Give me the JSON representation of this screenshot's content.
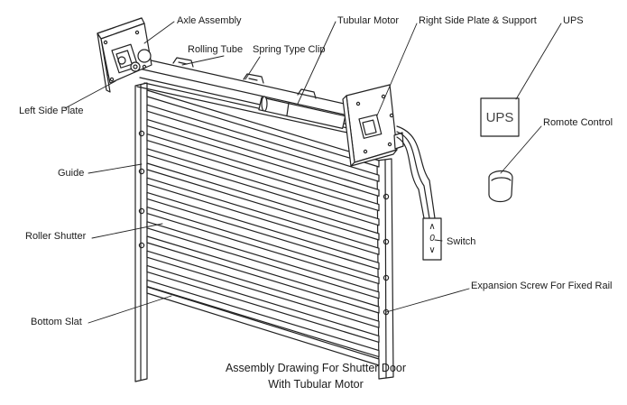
{
  "labels": {
    "axle_assembly": "Axle Assembly",
    "tubular_motor": "Tubular Motor",
    "right_side_plate": "Right Side Plate & Support",
    "ups": "UPS",
    "rolling_tube": "Rolling Tube",
    "spring_clip": "Spring Type Clip",
    "left_side_plate": "Left Side Plate",
    "remote_control": "Romote Control",
    "guide": "Guide",
    "switch": "Switch",
    "roller_shutter": "Roller Shutter",
    "expansion_screw": "Expansion Screw For Fixed Rail",
    "bottom_slat": "Bottom Slat"
  },
  "ups_box_text": "UPS",
  "switch_symbols": {
    "top": "∧",
    "middle": "0",
    "bottom": "∨"
  },
  "caption": {
    "line1": "Assembly Drawing For Shutter Door",
    "line2": "With Tubular Motor"
  },
  "colors": {
    "line": "#222222",
    "slat_fill": "#ffffff"
  }
}
